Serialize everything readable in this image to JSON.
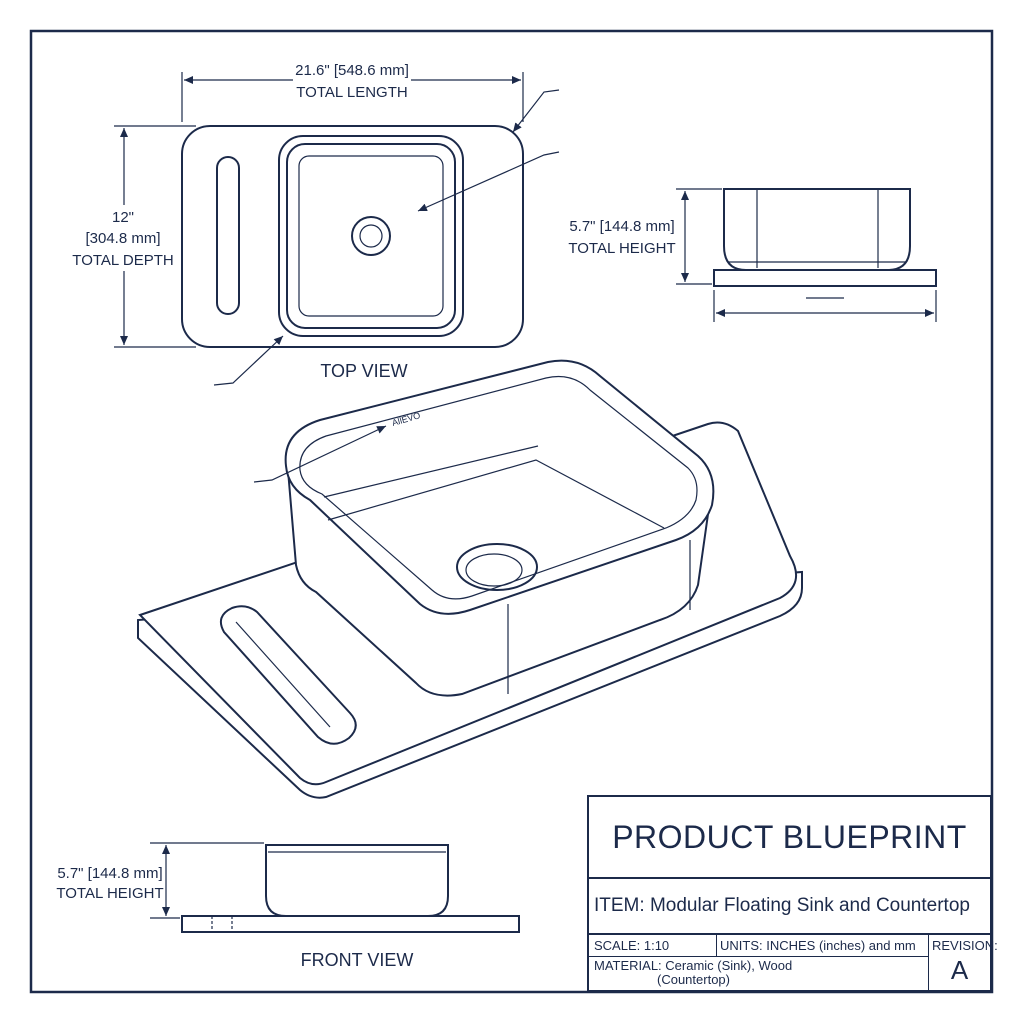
{
  "top_view": {
    "label": "TOP VIEW",
    "length_dim": "21.6\" [548.6 mm]",
    "length_caption": "TOTAL LENGTH",
    "depth_dim_in": "12\"",
    "depth_dim_mm": "[304.8 mm]",
    "depth_caption": "TOTAL DEPTH"
  },
  "side_view": {
    "height_dim": "5.7\" [144.8 mm]",
    "height_caption": "TOTAL HEIGHT"
  },
  "front_view": {
    "label": "FRONT VIEW",
    "height_dim": "5.7\" [144.8 mm]",
    "height_caption": "TOTAL HEIGHT"
  },
  "isometric": {
    "brand_mark": "AllEVO"
  },
  "title_block": {
    "title": "PRODUCT BLUEPRINT",
    "item": "ITEM: Modular Floating Sink and Countertop",
    "scale": "SCALE: 1:10",
    "units": "UNITS: INCHES (inches) and mm",
    "revision_label": "REVISION:",
    "revision_value": "A",
    "material_line1": "MATERIAL: Ceramic (Sink), Wood",
    "material_line2": "(Countertop)"
  },
  "colors": {
    "ink": "#1c2a4a",
    "paper": "#ffffff"
  }
}
